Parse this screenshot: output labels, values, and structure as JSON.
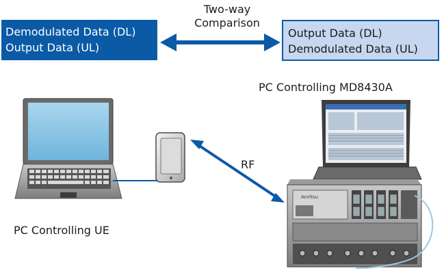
{
  "left_box": {
    "line1": "Demodulated Data (DL)",
    "line2": "Output Data (UL)"
  },
  "right_box": {
    "line1": "Output Data (DL)",
    "line2": "Demodulated Data (UL)"
  },
  "comparison": {
    "line1": "Two-way",
    "line2": "Comparison"
  },
  "labels": {
    "pc_md": "PC Controlling MD8430A",
    "pc_ue": "PC Controlling UE",
    "rf": "RF"
  },
  "instrument_brand": "Anritsu",
  "colors": {
    "accent": "#0a5aa6",
    "box_light": "#c6d7ef",
    "screen": "#8ec6e6"
  }
}
